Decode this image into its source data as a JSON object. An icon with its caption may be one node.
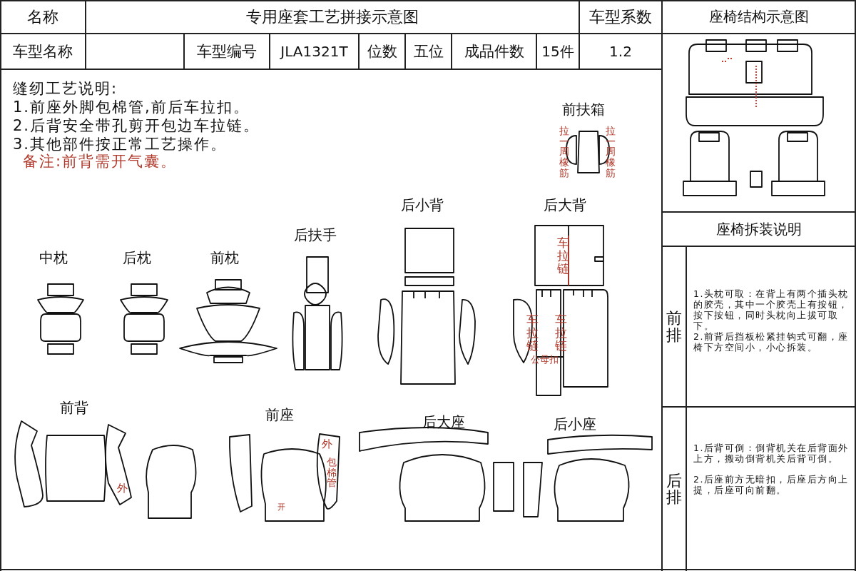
{
  "diagram": {
    "labels": [
      "名称",
      "专用座套工艺拼接示意图",
      "车型系数",
      "座椅结构示意图",
      "车型名称",
      "车型编号",
      "JLA1321T",
      "位数",
      "五位",
      "成品件数",
      "15件",
      "1.2",
      "缝纫工艺说明:",
      "1.前座外脚包棉管,前后车拉扣。",
      "2.后背安全带孔剪开包边车拉链。",
      "3.其他部件按正常工艺操作。",
      "备注:前背需开气囊。",
      "前扶箱",
      "拉一周橡筋",
      "拉一周橡筋",
      "后小背",
      "后大背",
      "后扶手",
      "中枕",
      "后枕",
      "前枕",
      "车拉链",
      "车拉链",
      "车拉链",
      "公母扣",
      "前背",
      "前座",
      "后大座",
      "后小座",
      "外",
      "外",
      "包棉管",
      "开",
      "座椅拆装说明",
      "前排",
      "1.头枕可取：在背上有两个插头枕的胶壳，其中一个胶壳上有按钮，按下按钮，同时头枕向上拔可取下。",
      "2.前背后挡板松紧挂钩式可翻，座椅下方空间小，小心拆装。",
      "后排",
      "1.后背可倒：倒背机关在后背面外上方，搬动倒背机关后背可倒。",
      "2.后座前方无暗扣，后座后方向上提，后座可向前翻。"
    ]
  }
}
